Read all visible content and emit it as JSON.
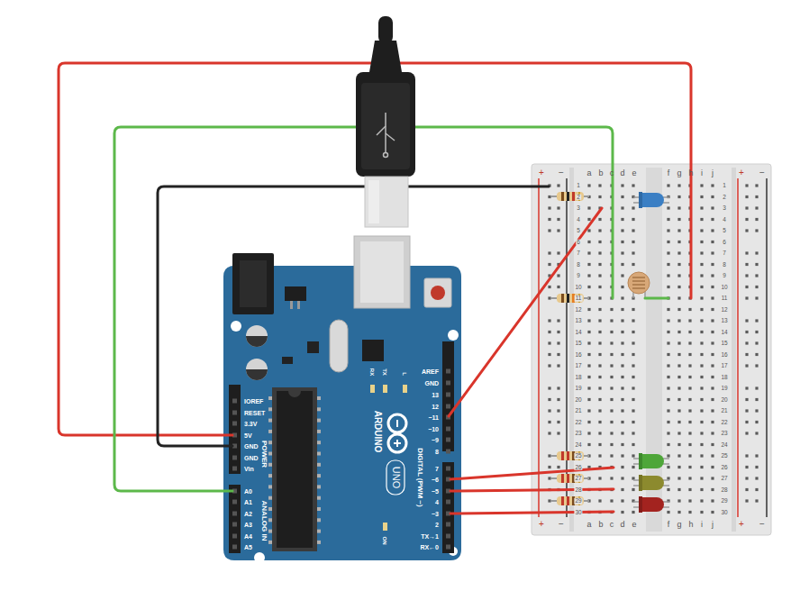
{
  "diagram": {
    "labels": [
      "+",
      "−",
      "a",
      "b",
      "c",
      "d",
      "e",
      "f",
      "g",
      "h",
      "i",
      "j",
      "+",
      "−",
      "1",
      "2",
      "3",
      "4",
      "5",
      "6",
      "7",
      "8",
      "9",
      "10",
      "11",
      "12",
      "13",
      "14",
      "15",
      "16",
      "17",
      "18",
      "19",
      "20",
      "21",
      "22",
      "23",
      "24",
      "25",
      "26",
      "27",
      "28",
      "29",
      "30",
      "1",
      "2",
      "3",
      "4",
      "5",
      "6",
      "7",
      "8",
      "9",
      "10",
      "11",
      "12",
      "13",
      "14",
      "15",
      "16",
      "17",
      "18",
      "19",
      "20",
      "21",
      "22",
      "23",
      "24",
      "25",
      "26",
      "27",
      "28",
      "29",
      "30",
      "+",
      "−",
      "a",
      "b",
      "c",
      "d",
      "e",
      "f",
      "g",
      "h",
      "i",
      "j",
      "+",
      "−",
      "AREF",
      "GND",
      "13",
      "12",
      "~11",
      "~10",
      "~9",
      "8",
      "7",
      "~6",
      "~5",
      "4",
      "~3",
      "2",
      "TX→1",
      "RX←0",
      "DIGITAL (PWM ~)",
      "IOREF",
      "RESET",
      "3.3V",
      "5V",
      "GND",
      "GND",
      "Vin",
      "POWER",
      "A0",
      "A1",
      "A2",
      "A3",
      "A4",
      "A5",
      "ANALOG IN",
      "ARDUINO",
      "UNO",
      "RX",
      "TX",
      "L",
      "ON"
    ]
  }
}
